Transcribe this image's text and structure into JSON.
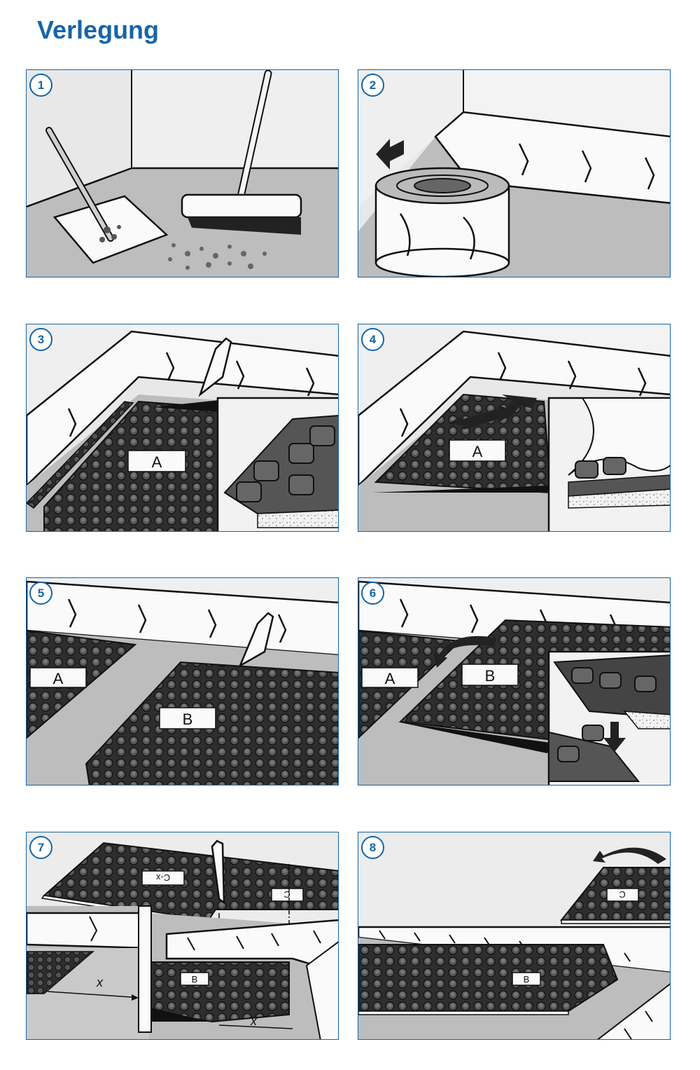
{
  "title": "Verlegung",
  "steps": [
    {
      "number": "1"
    },
    {
      "number": "2"
    },
    {
      "number": "3",
      "label": "A"
    },
    {
      "number": "4",
      "label": "A"
    },
    {
      "number": "5",
      "labels": [
        "A",
        "B"
      ]
    },
    {
      "number": "6",
      "labels": [
        "A",
        "B"
      ]
    },
    {
      "number": "7",
      "labels": [
        "C-x",
        "C",
        "B",
        "x",
        "x"
      ]
    },
    {
      "number": "8",
      "labels": [
        "C",
        "B"
      ]
    }
  ],
  "colors": {
    "accent": "#1565a8",
    "floor": "#bdbdbd",
    "wall": "#e8e8e8",
    "mat": "#3a3a3a"
  }
}
